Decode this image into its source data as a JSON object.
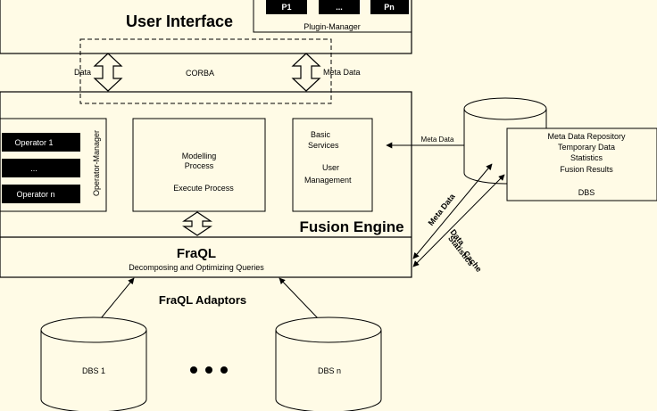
{
  "colors": {
    "background": "#fffbe6",
    "stroke": "#000000",
    "dark_box": "#000000",
    "dark_box_text": "#ffffff"
  },
  "user_interface": {
    "title": "User Interface"
  },
  "plugin_manager": {
    "label": "Plugin-Manager",
    "plugins": [
      "P1",
      "...",
      "Pn"
    ]
  },
  "corba": {
    "label": "CORBA",
    "left_arrow_label": "Data",
    "right_arrow_label": "Meta Data"
  },
  "fusion_engine": {
    "title": "Fusion Engine"
  },
  "operator_manager": {
    "label": "Operator-Manager",
    "operators": [
      "Operator 1",
      "...",
      "Operator n"
    ]
  },
  "modelling": {
    "line1": "Modelling",
    "line2": "Process",
    "line3": "Execute Process"
  },
  "basic_services": {
    "line1": "Basic",
    "line2": "Services",
    "line3": "User",
    "line4": "Management"
  },
  "fraql": {
    "title": "FraQL",
    "subtitle": "Decomposing and Optimizing Queries",
    "adaptors_label": "FraQL Adaptors"
  },
  "metadata_link": {
    "label": "Meta Data"
  },
  "dbs_repository": {
    "lines": [
      "Meta Data Repository",
      "Temporary Data",
      "Statistics",
      "Fusion Results"
    ],
    "name": "DBS"
  },
  "diagonal_labels": {
    "meta_data": "Meta Data",
    "data": "Data",
    "statistics": "Statistics",
    "cache": "Cache"
  },
  "sources": {
    "dbs1": "DBS 1",
    "dbsn": "DBS n"
  }
}
